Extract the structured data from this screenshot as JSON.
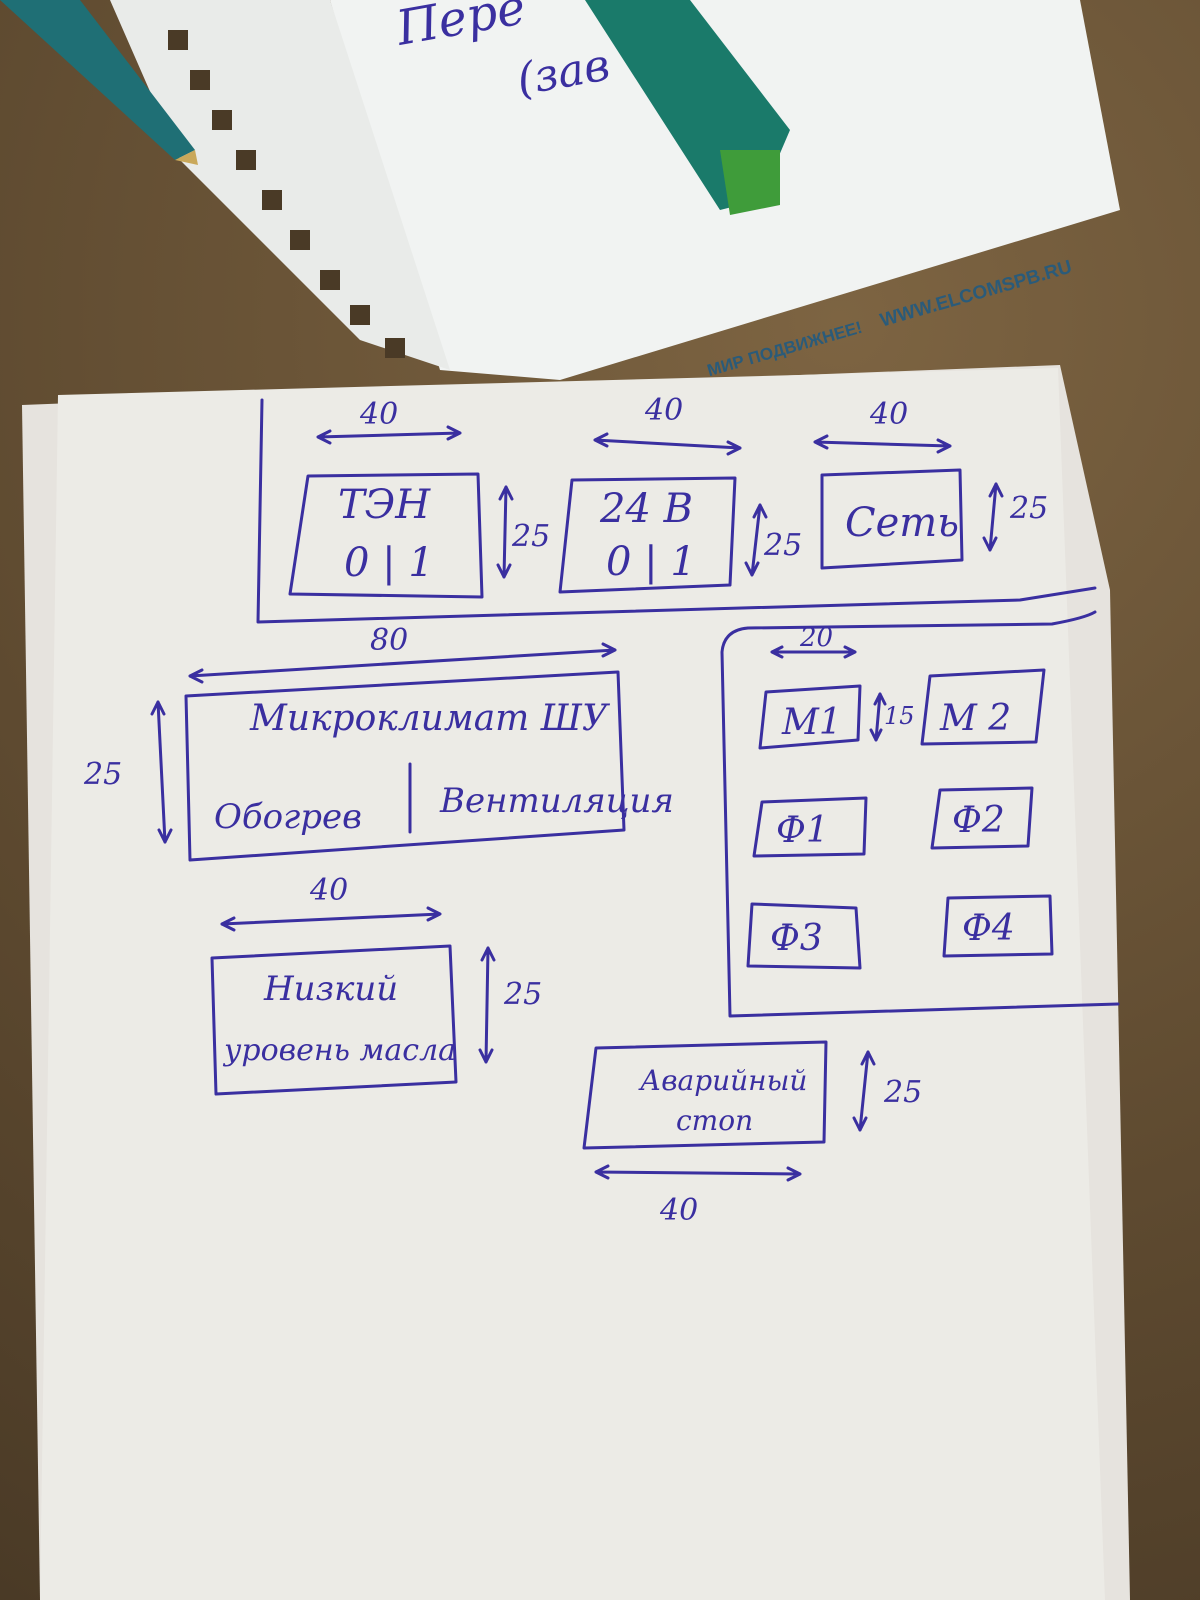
{
  "background_note": {
    "handwritten_top": "Пере",
    "handwritten_second": "(зав",
    "brand_slogan": "МИР ПОДВИЖНЕЕ!",
    "brand_url": "WWW.ELCOMSPB.RU"
  },
  "diagram": {
    "top_row": [
      {
        "label_line1": "ТЭН",
        "label_line2": "0 | 1",
        "width_dim": "40",
        "height_dim": "25"
      },
      {
        "label_line1": "24 В",
        "label_line2": "0 | 1",
        "width_dim": "40",
        "height_dim": "25"
      },
      {
        "label_line1": "Сеть",
        "label_line2": "",
        "width_dim": "40",
        "height_dim": "25"
      }
    ],
    "microclimate": {
      "title": "Микроклимат ШУ",
      "left_label": "Обогрев",
      "right_label": "Вентиляция",
      "width_dim": "80",
      "height_dim": "25"
    },
    "low_oil": {
      "line1": "Низкий",
      "line2": "уровень масла",
      "width_dim": "40",
      "height_dim": "25"
    },
    "emergency_stop": {
      "line1": "Аварийный",
      "line2": "стоп",
      "width_dim": "40",
      "height_dim": "25"
    },
    "indicators": {
      "width_dim": "20",
      "height_dim": "15",
      "items": [
        "М1",
        "М 2",
        "Ф1",
        "Ф2",
        "Ф3",
        "Ф4"
      ]
    }
  }
}
